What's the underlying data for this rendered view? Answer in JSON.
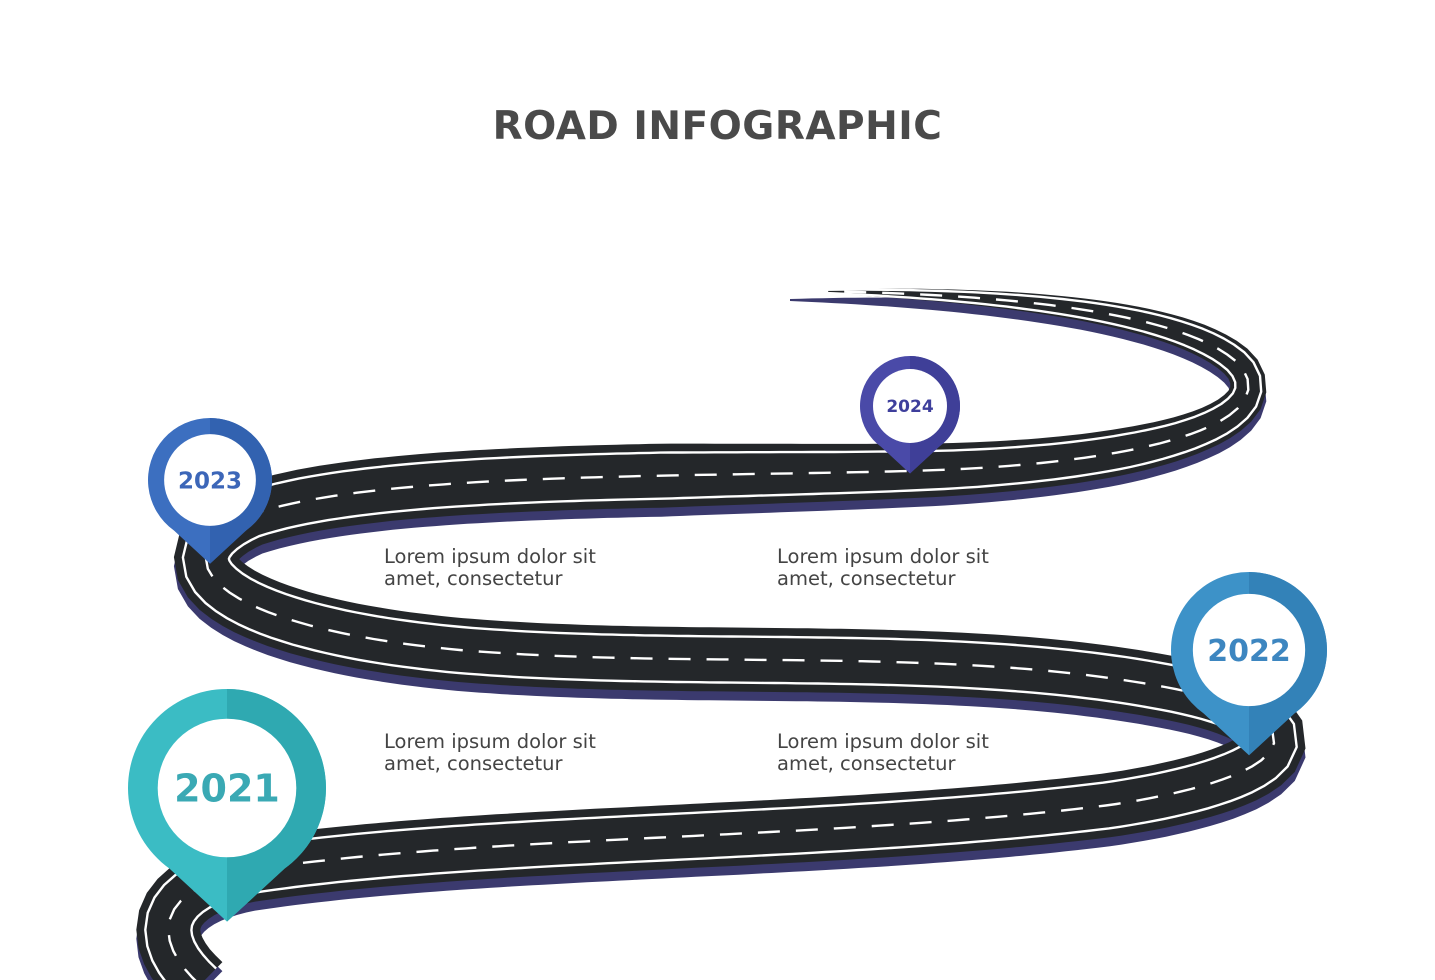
{
  "title": "ROAD INFOGRAPHIC",
  "colors": {
    "road": "#24272a",
    "road_shadow": "#3b3a6e",
    "lane_mark": "#ffffff",
    "title_text": "#4a4a4a",
    "caption_text": "#444444"
  },
  "milestones": [
    {
      "year": "2021",
      "color": "#3bbcc4",
      "color_dark": "#2fa9b1",
      "text_color": "#3aa9b4"
    },
    {
      "year": "2022",
      "color": "#3d92c8",
      "color_dark": "#3382b8",
      "text_color": "#3d86c0"
    },
    {
      "year": "2023",
      "color": "#3c6fc0",
      "color_dark": "#3262b0",
      "text_color": "#3c66b8"
    },
    {
      "year": "2024",
      "color": "#4a4aa8",
      "color_dark": "#3f3f98",
      "text_color": "#3e3f9c"
    }
  ],
  "captions": [
    {
      "line1": "Lorem ipsum dolor sit",
      "line2": "amet, consectetur"
    },
    {
      "line1": "Lorem ipsum dolor sit",
      "line2": "amet, consectetur"
    },
    {
      "line1": "Lorem ipsum dolor sit",
      "line2": "amet, consectetur"
    },
    {
      "line1": "Lorem ipsum dolor sit",
      "line2": "amet, consectetur"
    }
  ]
}
